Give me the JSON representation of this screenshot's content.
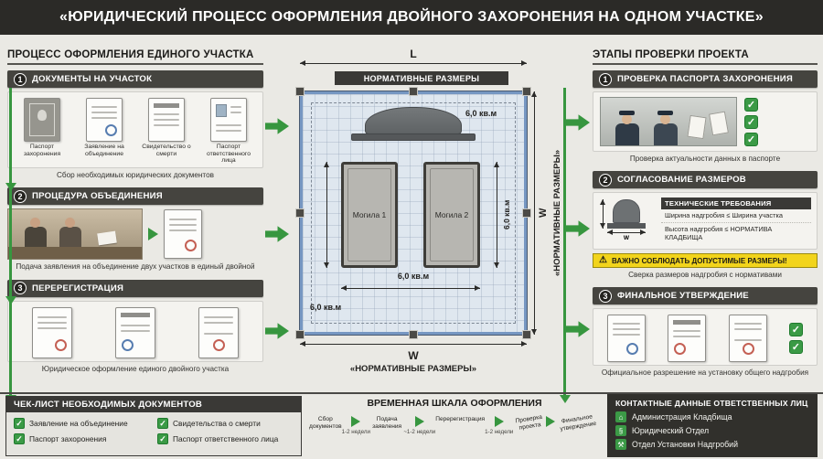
{
  "title": "«ЮРИДИЧЕСКИЙ ПРОЦЕСС ОФОРМЛЕНИЯ ДВОЙНОГО ЗАХОРОНЕНИЯ НА ОДНОМ УЧАСТКЕ»",
  "icons": {
    "check": "✓",
    "warning": "⚠",
    "admin": "⌂",
    "legal": "§",
    "install": "⚒"
  },
  "colors": {
    "accent_green": "#37963f",
    "warning_yellow": "#f2d41c",
    "frame_blue": "#7697c2",
    "dark": "#2b2a27"
  },
  "left_panel": {
    "heading": "ПРОЦЕСС ОФОРМЛЕНИЯ ЕДИНОГО УЧАСТКА",
    "step1": {
      "num": "1",
      "title": "ДОКУМЕНТЫ НА УЧАСТОК",
      "docs": [
        "Паспорт захоронения",
        "Заявление на объединение",
        "Свидетельство о смерти",
        "Паспорт ответственного лица"
      ],
      "caption": "Сбор необходимых юридических документов"
    },
    "step2": {
      "num": "2",
      "title": "ПРОЦЕДУРА ОБЪЕДИНЕНИЯ",
      "caption": "Подача заявления на объединение двух участков в единый двойной"
    },
    "step3": {
      "num": "3",
      "title": "ПЕРЕРЕГИСТРАЦИЯ",
      "caption": "Юридическое оформление единого двойного участка"
    }
  },
  "plot": {
    "dim_top": "L",
    "label_top": "НОРМАТИВНЫЕ РАЗМЕРЫ",
    "area_label": "6,0 кв.м",
    "grave1": "Могила 1",
    "grave2": "Могила 2",
    "dim_right": "W",
    "label_right": "«НОРМАТИВНЫЕ РАЗМЕРЫ»",
    "dim_bottom": "W",
    "label_bottom": "«НОРМАТИВНЫЕ РАЗМЕРЫ»"
  },
  "right_panel": {
    "heading": "ЭТАПЫ ПРОВЕРКИ ПРОЕКТА",
    "step1": {
      "num": "1",
      "title": "ПРОВЕРКА ПАСПОРТА ЗАХОРОНЕНИЯ",
      "caption": "Проверка актуальности данных в паспорте"
    },
    "step2": {
      "num": "2",
      "title": "СОГЛАСОВАНИЕ РАЗМЕРОВ",
      "tech_heading": "ТЕХНИЧЕСКИЕ ТРЕБОВАНИЯ",
      "req1": "Ширина надгробия ≤ Ширина участка",
      "req2": "Высота надгробия ≤ НОРМАТИВА КЛАДБИЩА",
      "stone_dim": "W",
      "warning": "ВАЖНО СОБЛЮДАТЬ ДОПУСТИМЫЕ РАЗМЕРЫ!",
      "caption": "Сверка размеров надгробия с нормативами"
    },
    "step3": {
      "num": "3",
      "title": "ФИНАЛЬНОЕ УТВЕРЖДЕНИЕ",
      "caption": "Официальное разрешение на установку общего надгробия"
    }
  },
  "checklist": {
    "heading": "ЧЕК-ЛИСТ НЕОБХОДИМЫХ ДОКУМЕНТОВ",
    "items": [
      "Заявление на объединение",
      "Свидетельства о смерти",
      "Паспорт захоронения",
      "Паспорт ответственного лица"
    ]
  },
  "timeline": {
    "heading": "ВРЕМЕННАЯ ШКАЛА ОФОРМЛЕНИЯ",
    "stages": [
      "Сбор документов",
      "Подача заявления",
      "Перерегистрация",
      "Проверка проекта",
      "Финальное утверждение"
    ],
    "durations": [
      "1-2 недели",
      "~1-2 недели",
      "1-2 недели"
    ]
  },
  "contacts": {
    "heading": "КОНТАКТНЫЕ ДАННЫЕ ОТВЕТСТВЕННЫХ ЛИЦ",
    "items": [
      "Администрация Кладбища",
      "Юридический Отдел",
      "Отдел Установки Надгробий"
    ]
  }
}
